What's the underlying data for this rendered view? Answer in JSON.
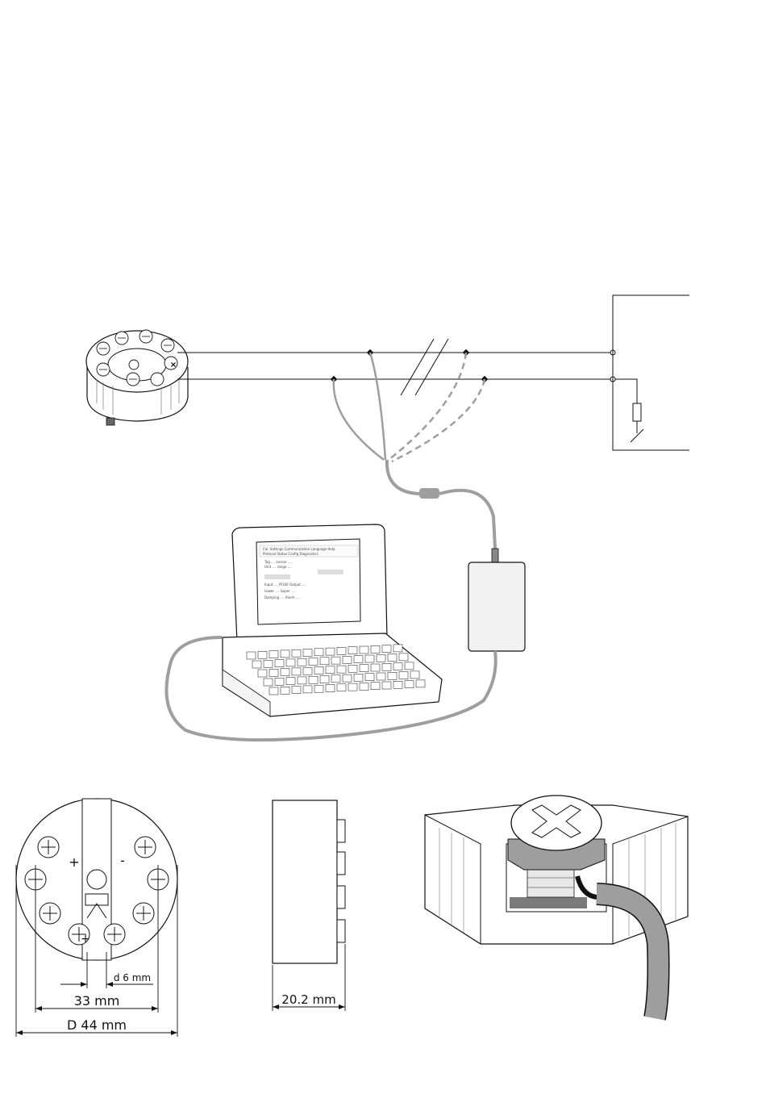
{
  "colors": {
    "line": "#111111",
    "cable": "#9e9e9e",
    "cable_dashed": "#9e9e9e",
    "modem_fill": "#f2f2f2",
    "head_fill": "#ffffff",
    "shade": "#bdbdbd",
    "dark_shade": "#7a7a7a"
  },
  "transmitter_top": {
    "plus_symbol": "+",
    "minus_symbol": "-"
  },
  "dimensions": {
    "shaft_hole": "d 6 mm",
    "terminal_span": "33 mm",
    "outer_diameter": "D 44 mm",
    "height": "20.2 mm"
  }
}
